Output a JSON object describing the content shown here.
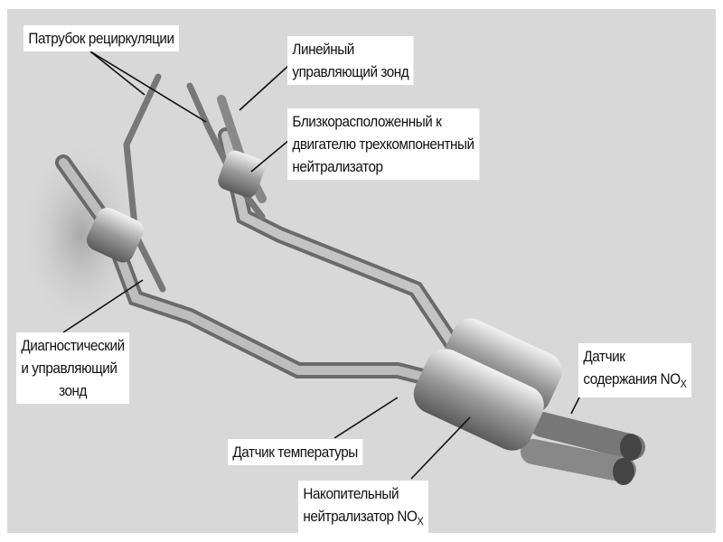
{
  "labels": {
    "egr_pipe": "Патрубок рециркуляции",
    "linear_probe": [
      "Линейный",
      "управляющий зонд"
    ],
    "close_coupled_catalyst": [
      "Близкорасположенный к",
      "двигателю трехкомпонентный",
      "нейтрализатор"
    ],
    "diagnostic_probe": [
      "Диагностический",
      "и управляющий",
      "зонд"
    ],
    "nox_sensor": [
      "Датчик",
      "содержания NO",
      "X"
    ],
    "temperature_sensor": "Датчик температуры",
    "nox_storage_catalyst": [
      "Накопительный",
      "нейтрализатор NO",
      "X"
    ]
  }
}
